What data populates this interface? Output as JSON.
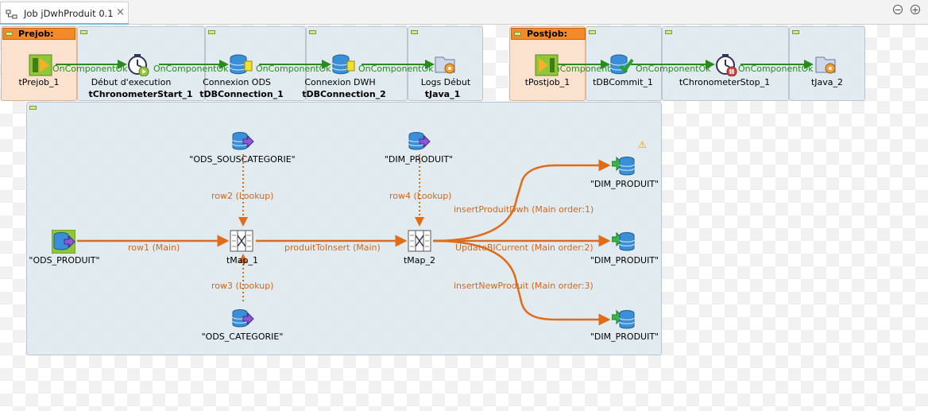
{
  "tab": {
    "title": "Job jDwhProduit 0.1",
    "close_glyph": "×"
  },
  "window_buttons": {
    "minimize": "−",
    "maximize": "+"
  },
  "groups": {
    "prejob": "Prejob:",
    "postjob": "Postjob:"
  },
  "prejob_row": {
    "tprejob": "tPrejob_1",
    "chrono_start_desc": "Début d'execution",
    "chrono_start_name": "tChronometerStart_1",
    "conn_ods_desc": "Connexion ODS",
    "conn_ods_name": "tDBConnection_1",
    "conn_dwh_desc": "Connexion DWH",
    "conn_dwh_name": "tDBConnection_2",
    "logs_desc": "Logs Début",
    "logs_name": "tJava_1"
  },
  "postjob_row": {
    "tpostjob": "tPostjob_1",
    "commit": "tDBCommit_1",
    "chrono_stop": "tChronometerStop_1",
    "java2": "tJava_2"
  },
  "trigger_label": "OnComponentOk",
  "main_flow": {
    "ods_produit": "\"ODS_PRODUIT\"",
    "ods_souscategorie": "\"ODS_SOUSCATEGORIE\"",
    "ods_categorie": "\"ODS_CATEGORIE\"",
    "dim_produit_lookup": "\"DIM_PRODUIT\"",
    "tmap1": "tMap_1",
    "tmap2": "tMap_2",
    "out1": "\"DIM_PRODUIT\"",
    "out2": "\"DIM_PRODUIT\"",
    "out3": "\"DIM_PRODUIT\"",
    "row1": "row1 (Main)",
    "row2": "row2 (Lookup)",
    "row3": "row3 (Lookup)",
    "row4": "row4 (Lookup)",
    "produit_to_insert": "produitToInsert (Main)",
    "insert_dwh": "insertProduitDwh (Main order:1)",
    "update_current": "UpdateBICurrent (Main order:2)",
    "insert_new": "insertNewProduit (Main order:3)",
    "warning_glyph": "⚠"
  },
  "colors": {
    "trigger": "#2a8a1e",
    "flow": "#e06c18",
    "prejob": "#f08a2a"
  }
}
